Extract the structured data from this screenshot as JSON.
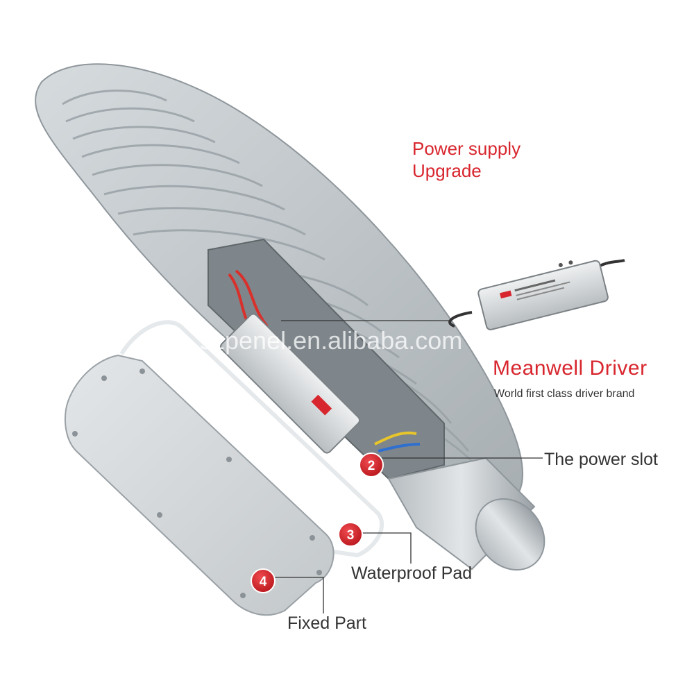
{
  "callouts": {
    "power_supply_line1": "Power supply",
    "power_supply_line2": "Upgrade",
    "driver_title": "Meanwell  Driver",
    "driver_subtitle": "World first class driver brand",
    "power_slot": "The power slot",
    "waterproof_pad": "Waterproof Pad",
    "fixed_part": "Fixed Part"
  },
  "markers": [
    {
      "number": "2"
    },
    {
      "number": "3"
    },
    {
      "number": "4"
    }
  ],
  "watermark": "szpenel.en.alibaba.com",
  "colors": {
    "accent_red": "#d8262e",
    "lamp_body": "#c9cfd3",
    "lamp_shadow": "#9ea6ab",
    "text_dark": "#333333"
  }
}
